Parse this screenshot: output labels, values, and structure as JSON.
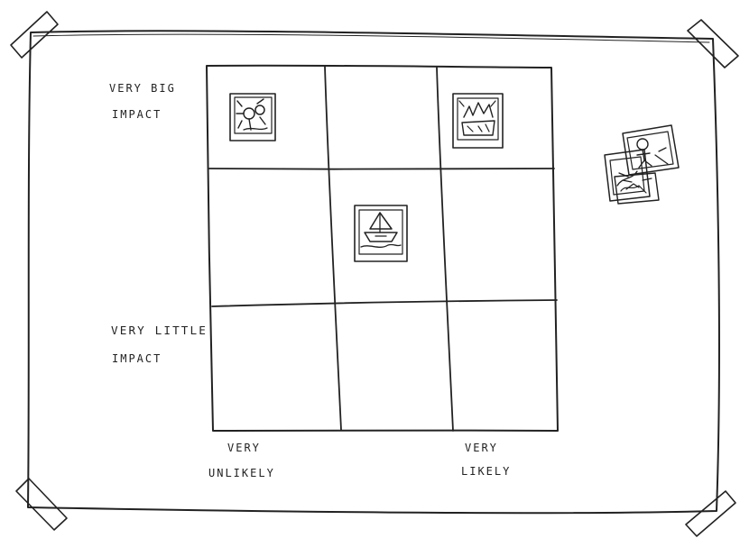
{
  "axes": {
    "y_top_label_line1": "VERY BIG",
    "y_top_label_line2": "IMPACT",
    "y_bottom_label_line1": "VERY LITTLE",
    "y_bottom_label_line2": "IMPACT",
    "x_left_label_line1": "VERY",
    "x_left_label_line2": "UNLIKELY",
    "x_right_label_line1": "VERY",
    "x_right_label_line2": "LIKELY"
  },
  "grid": {
    "rows": 3,
    "columns": 3
  },
  "cards": [
    {
      "icon": "bug-sketch-icon",
      "row": 0,
      "column": 0
    },
    {
      "icon": "fire-sketch-icon",
      "row": 0,
      "column": 2
    },
    {
      "icon": "ship-sketch-icon",
      "row": 1,
      "column": 1
    }
  ],
  "unplaced_cards": [
    {
      "icon": "person-sketch-icon"
    },
    {
      "icon": "scene-sketch-icon"
    }
  ]
}
